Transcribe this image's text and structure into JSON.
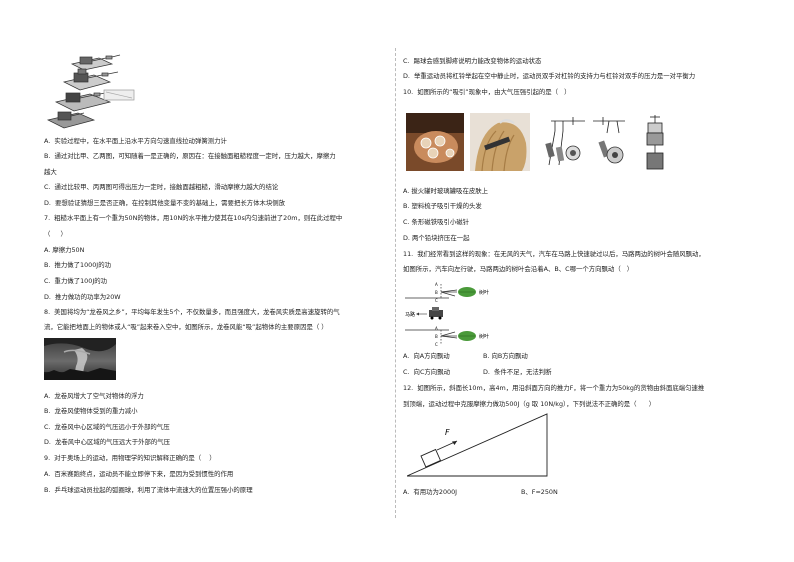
{
  "left": {
    "q6_options": {
      "A": "A.  实验过程中，在水平面上沿水平方向匀速直线拉动弹簧测力计",
      "B1": "B.  通过对比甲、乙两图，可知随着一是正确的，原因在：在接触面粗糙程度一定时，压力越大，摩擦力",
      "B2": "越大",
      "C": "C.  通过比较甲、丙两图可得出压力一定时，接触面越粗糙，滑动摩擦力越大的结论",
      "D": "D.  要想验证猜想三是否正确，在控制其他变量不变的基础上，需要把长方体木块侧放"
    },
    "q7": {
      "stem1": "7.  粗糙水平面上有一个重为50N的物体，用10N的水平推力使其在10s内匀速前进了20m，则在此过程中",
      "stem2": "（     ）",
      "A": "A. 摩擦力50N",
      "B": "B.  推力做了1000J的功",
      "C": "C.  重力做了100J的功",
      "D": "D.  推力做功的功率为20W"
    },
    "q8": {
      "stem1": "8.  美国将均为“龙卷风之乡”，平均每年发生5个，不仅数量多，而且强度大，龙卷风实质是高速旋转的气",
      "stem2": "流，它能把地面上的物体或人“吸”起来卷入空中，如图所示，龙卷风能“吸”起物体的主要原因是（ ）",
      "A": "A.  龙卷风增大了空气对物体的浮力",
      "B": "B.  龙卷风使物体受到的重力减小",
      "C": "C.  龙卷风中心区域的气压远小于外部的气压",
      "D": "D.  龙卷风中心区域的气压远大于外部的气压"
    },
    "q9": {
      "stem": "9.  对于奥场上的运动，用物理学的知识解释正确的是（    ）",
      "A": "A.  百米赛跑终点，运动员不能立即停下来，是因为受到惯性的作用",
      "B": "B.  乒乓球运动员拉起的弧圈球，利用了流体中流速大的位置压强小的原理"
    }
  },
  "right": {
    "q9_cont": {
      "C": "C.  踢球会感到脚疼说明力能改变物体的运动状态",
      "D": "D.  举重运动员将杠铃举起在空中静止时，运动员双手对杠铃的支持力与杠铃对双手的压力是一对平衡力"
    },
    "q10": {
      "stem": "10.  如图所示的“吸引”现象中，由大气压强引起的是（   ）",
      "A": "A. 拔火罐时玻璃罐吸在皮肤上",
      "B": "B. 塑料梳子吸引干燥的头发",
      "C": "C. 条形磁铁吸引小磁针",
      "D": "D. 两个铅块挤压在一起"
    },
    "q11": {
      "stem1": "11.  我们经常看到这样的现象：在无风的天气，汽车在马路上快速驶过以后，马路两边的树叶会随风飘动，",
      "stem2": "如图所示，汽车向左行驶，马路两边的树叶会沿着A、B、C哪一个方向飘动（   ）",
      "A": "A.  向A方向飘动",
      "B": "B. 向B方向飘动",
      "C": "C.  向C方向飘动",
      "D": "D.  条件不足，无法判断",
      "fig_road": "马路",
      "fig_leaf": "树叶",
      "fig_A": "A",
      "fig_B": "B",
      "fig_C": "C"
    },
    "q12": {
      "stem1": "12.  如图所示，斜面长10m，高4m，用沿斜面方向的推力F，将一个重力为50kg的货物由斜面底端匀速推",
      "stem2": "到顶端，运动过程中克服摩擦力做功500J（g 取 10N/kg），下列说法不正确的是（      ）",
      "A": "A.  有用功为2000J",
      "B": "B、F=250N",
      "fig_F": "F"
    }
  }
}
